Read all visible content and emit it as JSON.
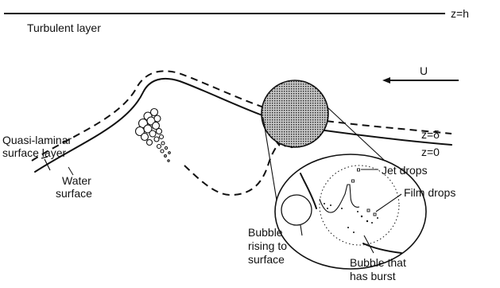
{
  "labels": {
    "z_h": "z=h",
    "turbulent_layer": "Turbulent layer",
    "wind_u": "U",
    "quasi_laminar_1": "Quasi-laminar",
    "quasi_laminar_2": "surface layer",
    "water_surface_1": "Water",
    "water_surface_2": "surface",
    "z_delta": "z=δ",
    "z_0": "z=0",
    "jet_drops": "Jet drops",
    "film_drops": "Film drops",
    "bubble_rising_1": "Bubble",
    "bubble_rising_2": "rising to",
    "bubble_rising_3": "surface",
    "bubble_burst_1": "Bubble that",
    "bubble_burst_2": "has burst"
  },
  "colors": {
    "ink": "#111111",
    "background": "#ffffff"
  }
}
